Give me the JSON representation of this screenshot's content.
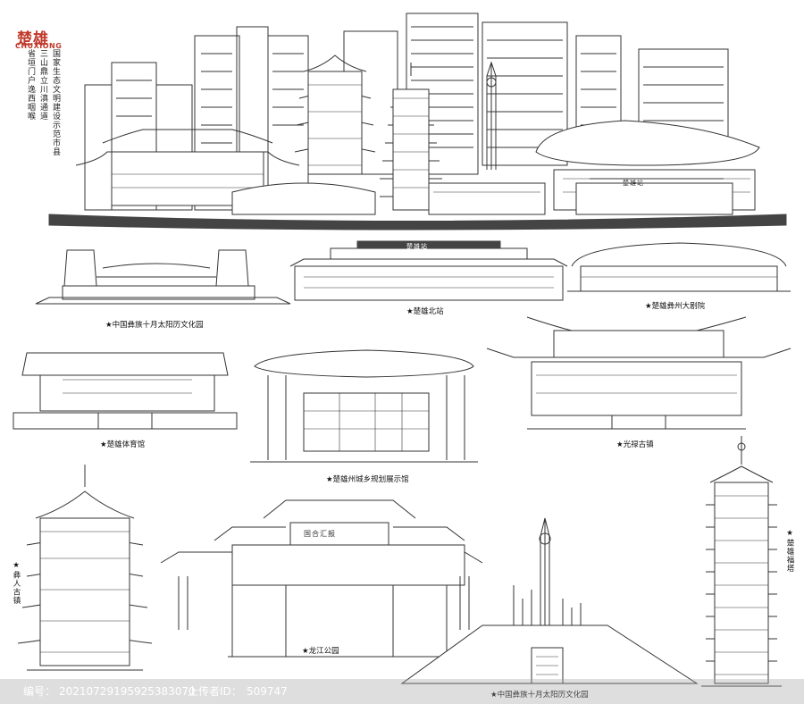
{
  "header": {
    "title_cn": "楚雄",
    "title_en": "CHUXIONG",
    "col1": "国家生态文明建设示范市县",
    "col2": "三山鼎立川滇通道",
    "col3": "省垣门户逸西咽喉"
  },
  "labels": {
    "yi_culture_park_top": "★中国彝族十月太阳历文化园",
    "chuxiong_north_station": "★楚雄北站",
    "yi_grand_theatre": "★楚雄彝州大剧院",
    "gymnasium": "★楚雄体育馆",
    "planning_hall": "★楚雄州城乡规划展示馆",
    "guanglu_town": "★光禄古镇",
    "yiren_town": "★彝人古镇",
    "longjiang_park": "★龙江公园",
    "yi_culture_park_bottom": "★中国彝族十月太阳历文化园",
    "fu_pagoda": "★楚雄福塔"
  },
  "signs": {
    "station_sign": "楚雄站",
    "north_station_sign": "楚雄站",
    "gate_sign": "国合汇报"
  },
  "footer": {
    "id_label": "编号：",
    "id_value": "20210729195925383070",
    "uploader_label": "上传者ID：",
    "uploader_value": "509747"
  }
}
